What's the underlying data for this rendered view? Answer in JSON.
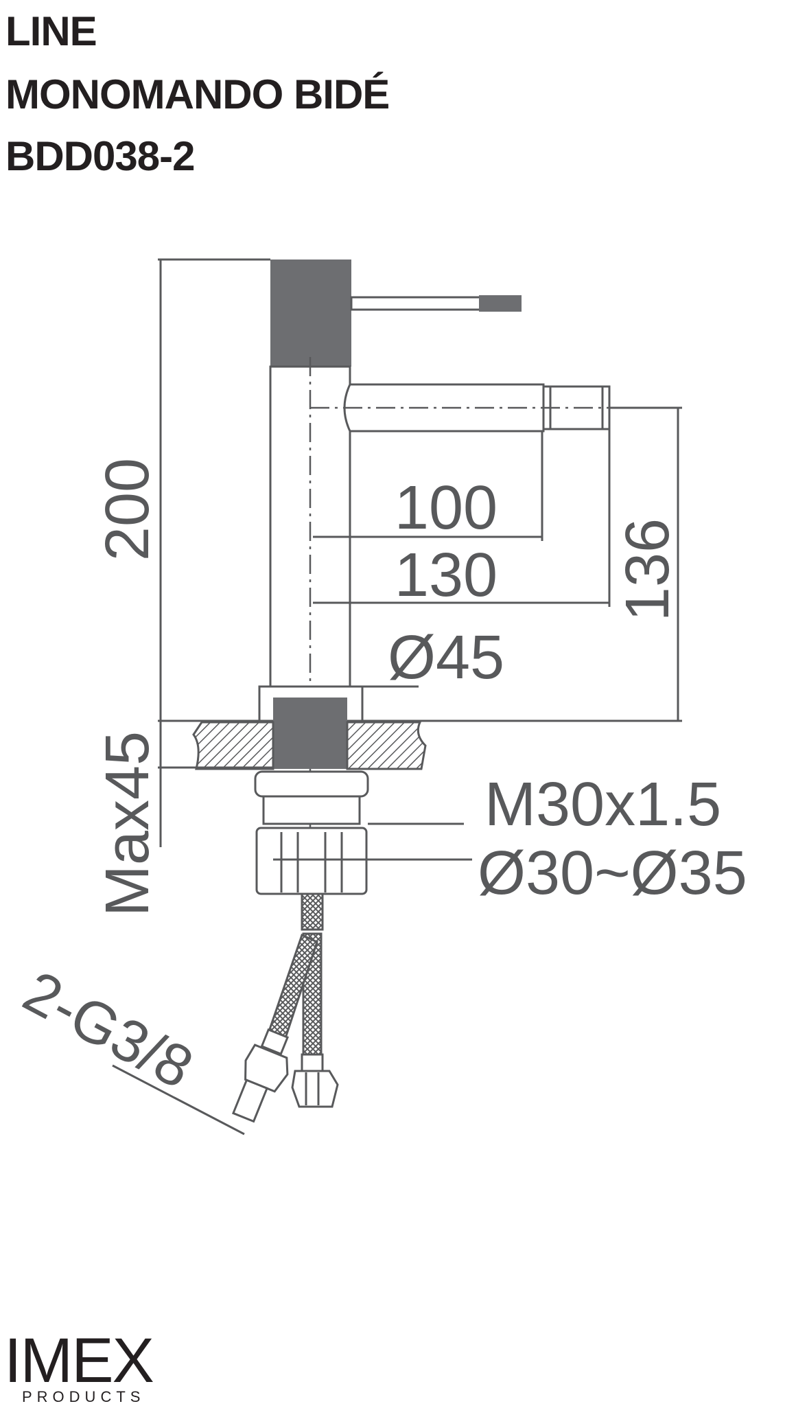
{
  "header": {
    "line": "LINE",
    "model": "MONOMANDO BIDÉ",
    "code": "BDD038-2"
  },
  "dimensions": {
    "height_total": "200",
    "spout_100": "100",
    "spout_130": "130",
    "height_136": "136",
    "diameter_body": "Ø45",
    "max_deck": "Max45",
    "thread": "M30x1.5",
    "hole_range": "Ø30~Ø35",
    "connection": "2-G3/8"
  },
  "logo": {
    "brand": "IMEX",
    "tagline": "PRODUCTS"
  },
  "colors": {
    "text": "#231f20",
    "line": "#58595b",
    "fill_dark": "#6d6e71"
  }
}
